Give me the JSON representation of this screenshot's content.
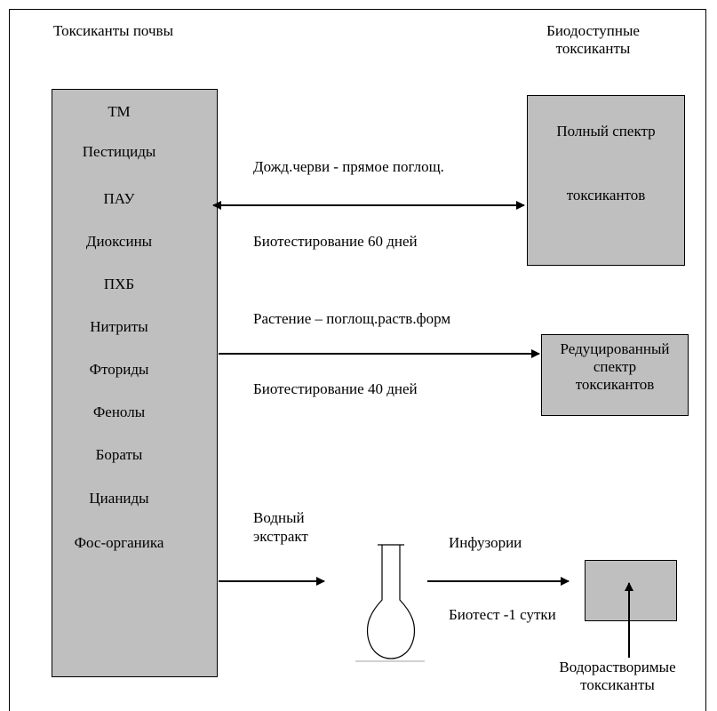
{
  "header": {
    "left_title": "Токсиканты почвы",
    "right_title_line1": "Биодоступные",
    "right_title_line2": "токсиканты"
  },
  "toxicants": [
    "ТМ",
    "Пестициды",
    "ПАУ",
    "Диоксины",
    "ПХБ",
    "Нитриты",
    "Фториды",
    "Фенолы",
    "Бораты",
    "Цианиды",
    "Фос-органика"
  ],
  "flows": {
    "worms_label": "Дожд.черви - прямое поглощ.",
    "worms_test": "Биотестирование 60 дней",
    "plant_label": "Растение – поглощ.раств.форм",
    "plant_test": "Биотестирование 40 дней",
    "water_label_line1": "Водный",
    "water_label_line2": "экстракт",
    "infusoria_label": "Инфузории",
    "infusoria_test": "Биотест -1 сутки"
  },
  "boxes": {
    "full_line1": "Полный спектр",
    "full_line2": "токсикантов",
    "reduced_line1": "Редуцированный",
    "reduced_line2": "спектр",
    "reduced_line3": "токсикантов"
  },
  "footer": {
    "water_soluble_line1": "Водорастворимые",
    "water_soluble_line2": "токсиканты"
  },
  "colors": {
    "box_fill": "#bfbfbf",
    "line": "#000000"
  }
}
